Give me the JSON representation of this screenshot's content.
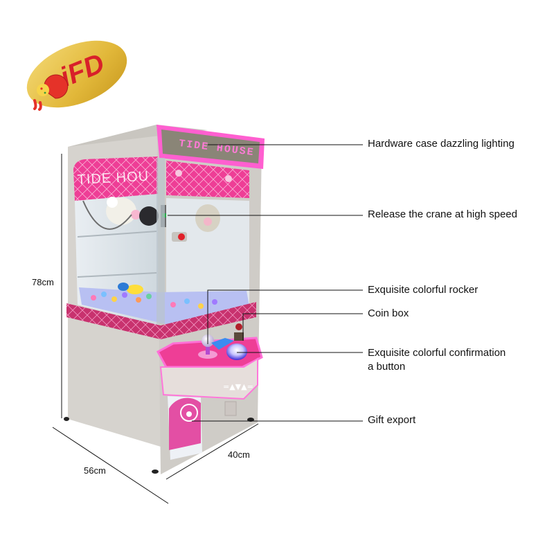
{
  "logo": {
    "text": "iFD",
    "badge_color": "#e8c24a",
    "text_color": "#d8202a",
    "mascot": "pizza-pacman-icon"
  },
  "machine": {
    "marquee_text": "TIDE HOUSE",
    "side_banner_text": "TIDE HOU",
    "control_panel_icons": "=▲▼▲=",
    "colors": {
      "body": "#d9d7d3",
      "pink": "#ee3e96",
      "neon": "#ff5fd0",
      "band": "#c8326e",
      "marquee_bg": "#8a8577"
    }
  },
  "callouts": [
    {
      "id": "lighting",
      "text": "Hardware case dazzling lighting"
    },
    {
      "id": "crane",
      "text": "Release the crane at high speed"
    },
    {
      "id": "rocker",
      "text": "Exquisite colorful rocker"
    },
    {
      "id": "coin",
      "text": "Coin box"
    },
    {
      "id": "button",
      "line1": "Exquisite colorful confirmation",
      "line2": "a button"
    },
    {
      "id": "gift",
      "text": "Gift export"
    }
  ],
  "dimensions": {
    "height": "78cm",
    "width": "56cm",
    "depth": "40cm"
  }
}
